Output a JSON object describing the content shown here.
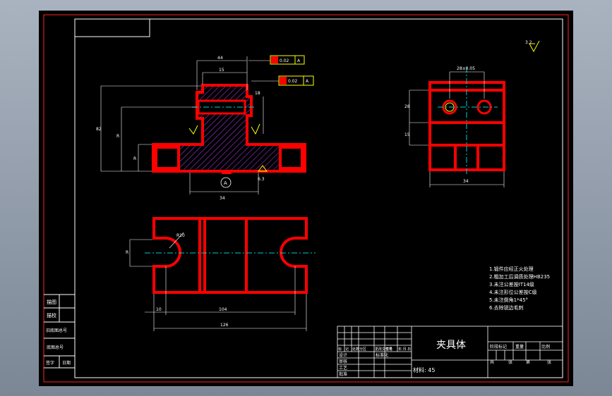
{
  "title_block": {
    "part_name": "夹具体",
    "material": "材料: 45",
    "sig_left": [
      "标",
      "记",
      "处数",
      "分区",
      "更改文件号",
      "签名",
      "年.月.日"
    ],
    "sig_rows": [
      "设计",
      "审核",
      "工艺",
      "批准"
    ],
    "std_label": "标准化",
    "right_head": [
      "阶段标记",
      "重量",
      "比例"
    ],
    "right_sub": [
      "共",
      "张",
      "第",
      "张"
    ]
  },
  "left_strip": [
    "描图",
    "描校",
    "旧底图总号",
    "底图总号",
    "签字",
    "日期"
  ],
  "notes": [
    "1.锻件应经正火处理",
    "2.粗加工后调质处理HB235",
    "3.未注公差按IT14级",
    "4.未注形位公差按C级",
    "5.未注倒角1*45°",
    "6.去除锐边毛刺"
  ],
  "dimensions": {
    "top_width": "44",
    "inner_width": "15",
    "right_small": "18",
    "height_total": "82",
    "height_mid": "R",
    "height_low": "R",
    "base_width": "34",
    "side_top": "28±0.05",
    "side_h1": "28",
    "side_h2": "15",
    "side_base": "34",
    "plan_radius": "R10",
    "plan_small": "10",
    "plan_mid": "104",
    "plan_total": "126",
    "plan_vert": "R",
    "datum_a": "A",
    "gdt1_tol": "0.02",
    "gdt1_ref": "A",
    "gdt2_tol": "0.02",
    "gdt2_ref": "A",
    "roughness_main": "6.3",
    "roughness_note": "3.2"
  },
  "colors": {
    "part": "#ff0000",
    "line": "#ffffff",
    "center": "#00cccc",
    "hatch": "#9933cc",
    "border": "#ff2222",
    "gdt": "#ffff00"
  }
}
